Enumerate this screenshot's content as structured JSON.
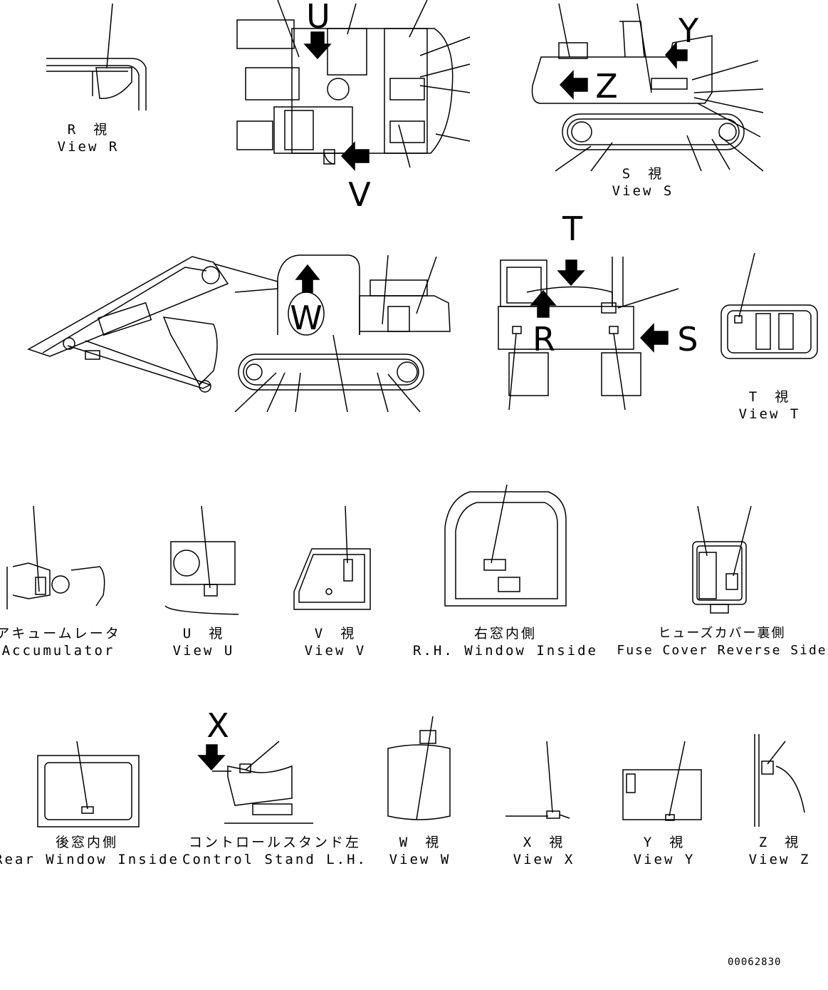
{
  "views": {
    "r": {
      "jp": "R　視",
      "en": "View R"
    },
    "s": {
      "jp": "S　視",
      "en": "View S"
    },
    "t": {
      "jp": "T　視",
      "en": "View T"
    },
    "u": {
      "jp": "U　視",
      "en": "View U"
    },
    "v": {
      "jp": "V　視",
      "en": "View V"
    },
    "w": {
      "jp": "W　視",
      "en": "View W"
    },
    "x": {
      "jp": "X　視",
      "en": "View X"
    },
    "y": {
      "jp": "Y　視",
      "en": "View Y"
    },
    "z": {
      "jp": "Z　視",
      "en": "View Z"
    },
    "accumulator": {
      "jp": "アキュームレータ",
      "en": "Accumulator"
    },
    "rh_window": {
      "jp": "右窓内側",
      "en": "R.H. Window Inside"
    },
    "fuse_cover": {
      "jp": "ヒューズカバー裏側",
      "en": "Fuse Cover Reverse Side"
    },
    "rear_window": {
      "jp": "後窓内側",
      "en": "Rear Window Inside"
    },
    "control_stand": {
      "jp": "コントロールスタンド左",
      "en": "Control Stand L.H."
    }
  },
  "arrow_letters": {
    "u": "U",
    "v": "V",
    "y": "Y",
    "z": "Z",
    "t": "T",
    "w": "W",
    "r": "R",
    "s": "S",
    "x": "X"
  },
  "drawing_code": "00062830",
  "colors": {
    "ink": "#000000",
    "paper": "#ffffff"
  }
}
